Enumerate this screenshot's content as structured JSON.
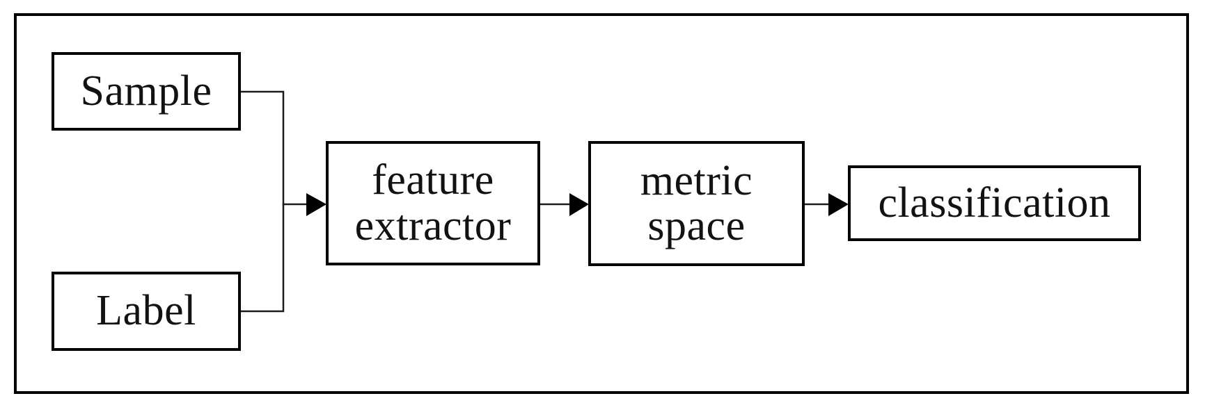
{
  "figure": {
    "type": "flow-diagram",
    "background_color": "#ffffff",
    "line_color": "#000000",
    "text_color": "#121212",
    "nodes": [
      {
        "id": "sample",
        "label": "Sample"
      },
      {
        "id": "label",
        "label": "Label"
      },
      {
        "id": "feature-extractor",
        "label": "feature extractor",
        "lines": [
          "feature",
          "extractor"
        ]
      },
      {
        "id": "metric-space",
        "label": "metric space",
        "lines": [
          "metric",
          "space"
        ]
      },
      {
        "id": "classification",
        "label": "classification"
      }
    ],
    "connections": [
      {
        "from": "sample",
        "to": "feature-extractor",
        "style": "elbow-merge-arrow"
      },
      {
        "from": "label",
        "to": "feature-extractor",
        "style": "elbow-merge-arrow"
      },
      {
        "from": "feature-extractor",
        "to": "metric-space",
        "style": "arrow"
      },
      {
        "from": "metric-space",
        "to": "classification",
        "style": "arrow"
      }
    ]
  }
}
